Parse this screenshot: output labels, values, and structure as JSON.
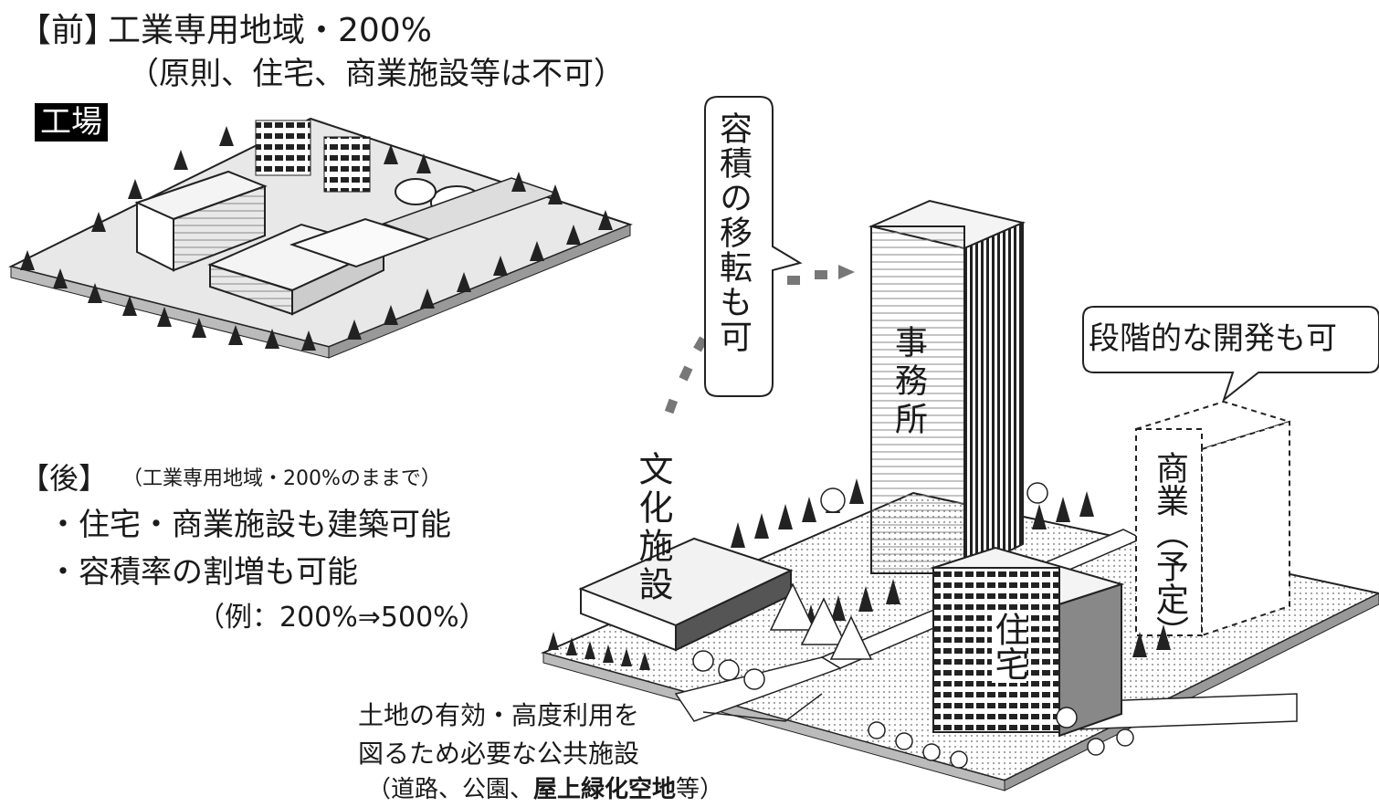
{
  "before": {
    "label": "【前】",
    "zoning": "工業専用地域・200%",
    "note": "（原則、住宅、商業施設等は不可）",
    "factory_tag": "工場"
  },
  "after": {
    "label": "【後】",
    "note": "（工業専用地域・200%のままで）",
    "bullets": [
      "・住宅・商業施設も建築可能",
      "・容積率の割増も可能"
    ],
    "example": "（例：200%⇒500%）"
  },
  "callouts": {
    "transfer": "容積の移転も可",
    "phased": "段階的な開発も可"
  },
  "buildings": {
    "office": "事務所",
    "culture": "文化施設",
    "commercial": "商業（予定）",
    "housing": "住宅"
  },
  "public_facilities": {
    "line1": "土地の有効・高度利用を",
    "line2": "図るため必要な公共施設",
    "line3_prefix": "（道路、公園、",
    "line3_bold": "屋上緑化空地",
    "line3_suffix": "等）"
  },
  "colors": {
    "ink": "#1a1a1a",
    "tag_bg": "#000000",
    "tag_fg": "#ffffff"
  }
}
